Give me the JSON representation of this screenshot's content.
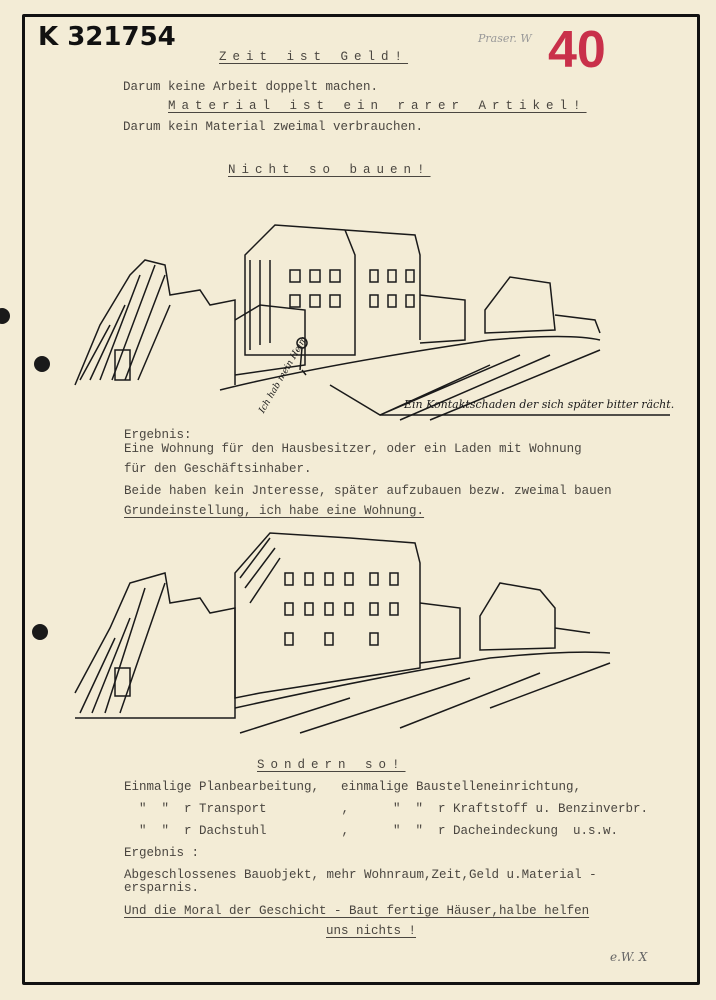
{
  "archive_number": "K 321754",
  "pencil_note": "Praser. W",
  "stamp_number": "40",
  "heading1": "Zeit ist Geld!",
  "line1": "Darum keine Arbeit doppelt machen.",
  "heading2": "Material ist ein rarer Artikel!",
  "line2": "Darum kein Material zweimal verbrauchen.",
  "heading3": "Nicht so bauen!",
  "sketch1": {
    "figure_caption": "Ich hab mein Heim",
    "caption": "Ein Kontaktschaden der sich später bitter rächt."
  },
  "result1": {
    "label": "Ergebnis:",
    "lines": [
      "Eine Wohnung für den Hausbesitzer, oder ein Laden mit Wohnung",
      "für den Geschäftsinhaber.",
      "Beide haben kein Jnteresse, später aufzubauen bezw. zweimal bauen",
      "Grundeinstellung, ich habe eine Wohnung."
    ]
  },
  "heading4": "Sondern so!",
  "list": [
    [
      "Einmalige Planbearbeitung,",
      "einmalige Baustelleneinrichtung,"
    ],
    [
      "  \"  \"  r Transport          ,",
      "\"  \"  r Kraftstoff u. Benzinverbr."
    ],
    [
      "  \"  \"  r Dachstuhl          ,",
      "\"  \"  r Dacheindeckung  u.s.w."
    ]
  ],
  "result2": {
    "label": "Ergebnis :",
    "lines": [
      "Abgeschlossenes Bauobjekt, mehr Wohnraum,Zeit,Geld u.Material -",
      "ersparnis."
    ]
  },
  "moral": [
    "Und die Moral der Geschicht - Baut fertige Häuser,halbe helfen",
    "uns nichts !"
  ],
  "initials": "e.W. X"
}
